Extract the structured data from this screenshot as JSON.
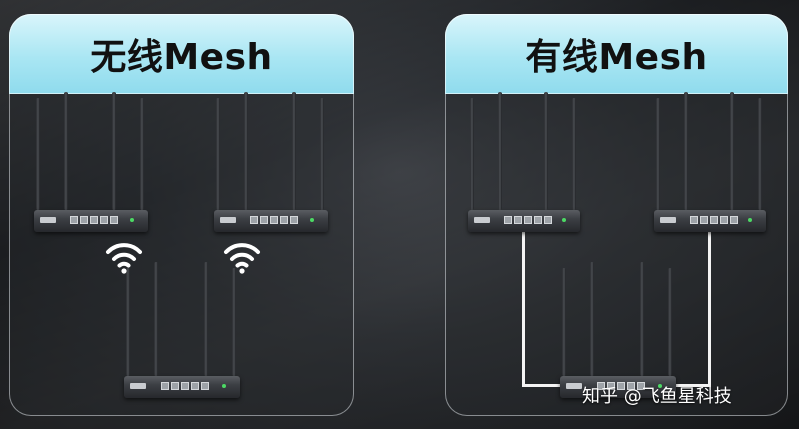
{
  "panels": {
    "left_title": "无线Mesh",
    "right_title": "有线Mesh"
  },
  "watermark": "知乎 @飞鱼星科技",
  "icons": [
    "wifi-icon",
    "router-icon",
    "ethernet-cable"
  ],
  "colors": {
    "header_light": "#d9f5fb",
    "header_dark": "#8fdbed",
    "background": "#23262a",
    "cable": "#f4f4f4"
  }
}
